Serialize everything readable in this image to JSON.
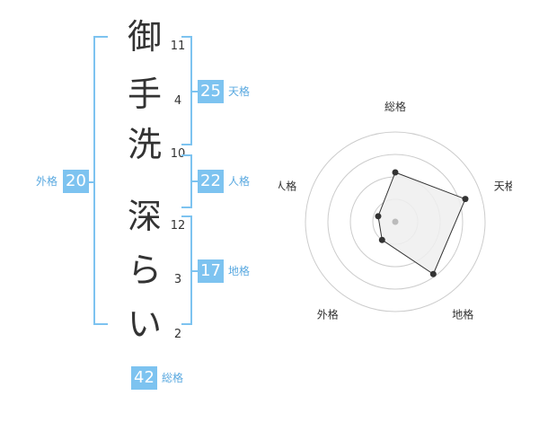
{
  "name": {
    "chars": [
      "御",
      "手",
      "洗",
      "深",
      "ら",
      "い"
    ],
    "strokes": [
      "11",
      "4",
      "10",
      "12",
      "3",
      "2"
    ]
  },
  "fortune": {
    "tenkaku": {
      "value": "25",
      "label": "天格"
    },
    "jinkaku": {
      "value": "22",
      "label": "人格"
    },
    "chikaku": {
      "value": "17",
      "label": "地格"
    },
    "gaikaku": {
      "value": "20",
      "label": "外格"
    },
    "soukaku": {
      "value": "42",
      "label": "総格"
    }
  },
  "chart_data": {
    "type": "radar",
    "axes": [
      "総格",
      "天格",
      "地格",
      "外格",
      "人格"
    ],
    "values": [
      0.55,
      0.82,
      0.72,
      0.25,
      0.2
    ],
    "rmax": 1,
    "rings": 4,
    "colors": {
      "fill": "#eeeeee",
      "stroke": "#333333",
      "grid": "#cccccc",
      "center": "#bbbbbb"
    }
  }
}
